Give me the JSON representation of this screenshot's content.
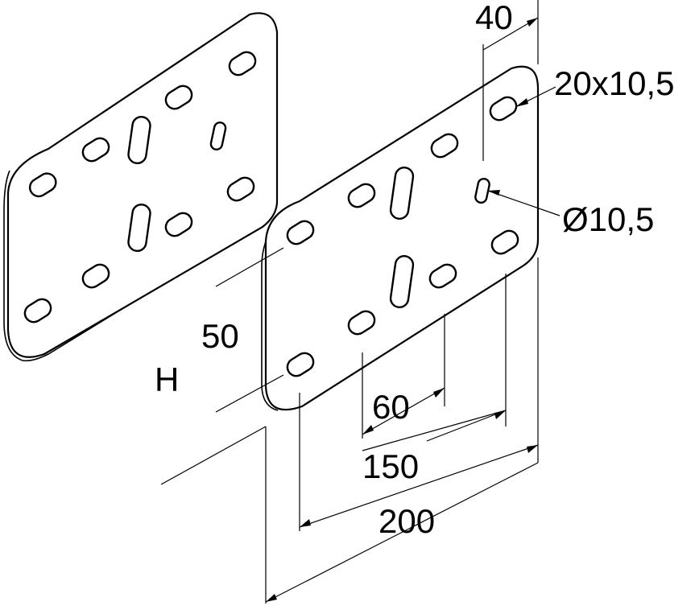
{
  "labels": {
    "top_width": "40",
    "slot_size": "20x10,5",
    "hole_diameter": "Ø10,5",
    "side_spacing": "50",
    "height": "H",
    "inner_spacing": "60",
    "mid_spacing": "150",
    "total_length": "200"
  }
}
